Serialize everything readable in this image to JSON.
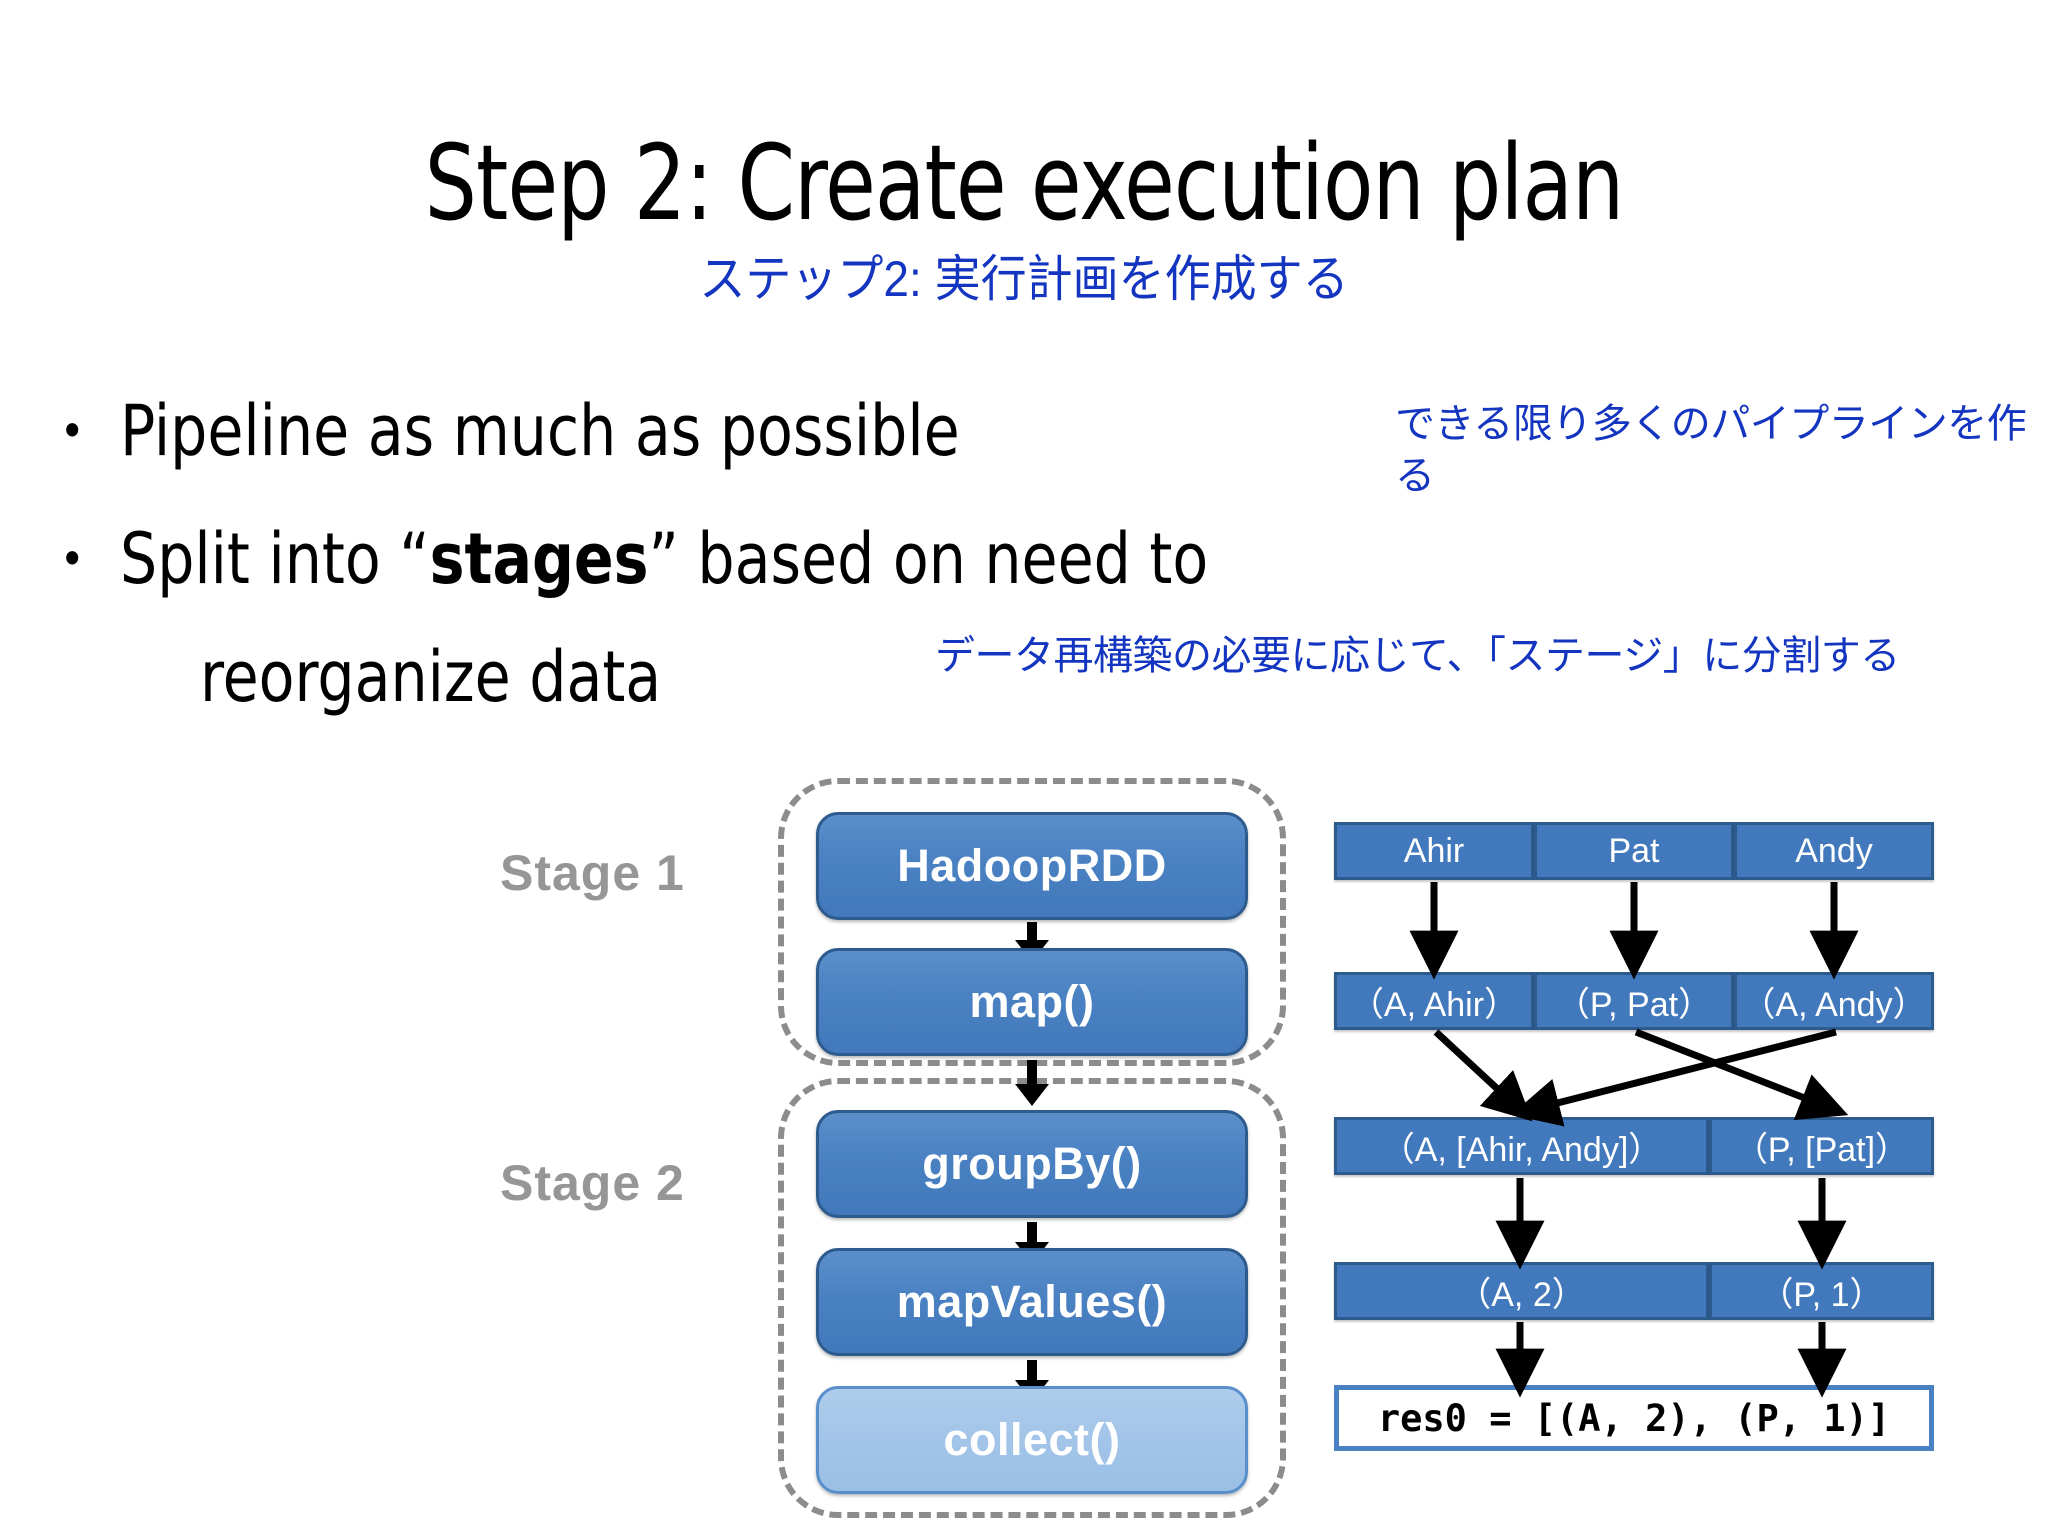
{
  "slide": {
    "title": "Step 2: Create execution plan",
    "subtitle_jp": "ステップ2: 実行計画を作成する",
    "bullets": [
      {
        "text_before": "Pipeline as much as possible",
        "bold": "",
        "text_after": "",
        "marker": "•"
      },
      {
        "text_before": "Split into “",
        "bold": "stages",
        "text_after": "” based on need to",
        "line2": "reorganize data",
        "marker": "•"
      }
    ],
    "annotations": [
      {
        "text": "できる限り多くのパイプラインを作る"
      },
      {
        "text": "データ再構築の必要に応じて、「ステージ」に分割する"
      }
    ]
  },
  "execution_plan": {
    "stages": [
      {
        "label": "Stage 1",
        "nodes": [
          {
            "name": "HadoopRDD",
            "shade": "dark"
          },
          {
            "name": "map()",
            "shade": "dark"
          }
        ]
      },
      {
        "label": "Stage 2",
        "nodes": [
          {
            "name": "groupBy()",
            "shade": "dark"
          },
          {
            "name": "mapValues()",
            "shade": "dark"
          },
          {
            "name": "collect()",
            "shade": "light"
          }
        ]
      }
    ]
  },
  "data_flow": {
    "rows": [
      {
        "cells": [
          "Ahir",
          "Pat",
          "Andy"
        ]
      },
      {
        "cells": [
          "（A, Ahir）",
          "（P, Pat）",
          "（A, Andy）"
        ]
      },
      {
        "cells": [
          "（A, [Ahir, Andy]）",
          "（P, [Pat]）"
        ]
      },
      {
        "cells": [
          "（A, 2）",
          "（P, 1）"
        ]
      }
    ],
    "result": "res0 = [(A, 2), (P, 1)]"
  },
  "colors": {
    "accent_blue": "#4279BC",
    "light_blue": "#A2C4E8",
    "border_blue": "#2E5B8E",
    "jp_text": "#1335C0",
    "stage_gray": "#969696",
    "dash_gray": "#8c8c8c"
  }
}
